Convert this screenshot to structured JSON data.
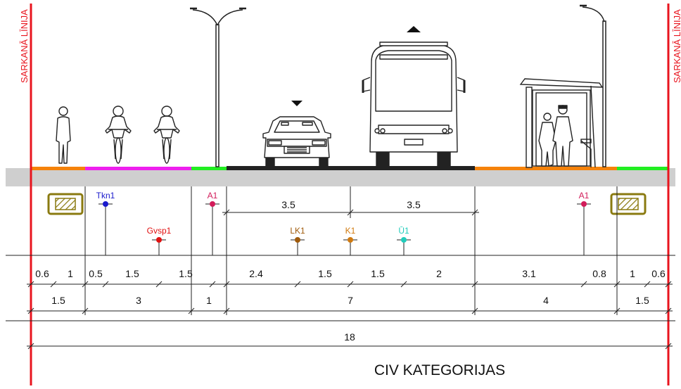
{
  "red_line_label": "SARKANĀ LĪNIJA",
  "title": "CIV KATEGORIJAS",
  "colors": {
    "red_line": "#e8141e",
    "sidewalk": "#f5820a",
    "bike_lane": "#ee20ee",
    "green_strip": "#22ee22",
    "carriageway": "#222222",
    "ground": "#cfcfcf",
    "lk1": "#a05a0a",
    "k1": "#d07a10",
    "u1": "#22ccbb",
    "a1": "#d21c5a",
    "tkn1": "#1a1acc",
    "gvsp1": "#e01010",
    "hatch_box": "#8a7a10"
  },
  "lane_widths": {
    "left": "3.5",
    "right": "3.5"
  },
  "utilities": {
    "tkn1": "Tkn1",
    "gvsp1": "Gvsp1",
    "a1_left": "A1",
    "a1_right": "A1",
    "lk1": "LK1",
    "k1": "K1",
    "u1": "Ū1"
  },
  "dim_row1": [
    "0.6",
    "1",
    "0.5",
    "1.5",
    "1.5",
    "2.4",
    "1.5",
    "1.5",
    "2",
    "3.1",
    "0.8",
    "1",
    "0.6"
  ],
  "dim_row2": [
    "1.5",
    "3",
    "1",
    "7",
    "4",
    "1.5"
  ],
  "total_width": "18",
  "icons": {
    "pedestrian": "pedestrian-icon",
    "cyclist": "cyclist-icon",
    "street_lamp": "street-lamp-icon",
    "car": "car-icon",
    "bus": "bus-icon",
    "bus_shelter": "bus-shelter-icon",
    "direction_down": "arrow-down-icon",
    "direction_up": "arrow-up-icon",
    "tree_pit": "tree-pit-icon"
  }
}
